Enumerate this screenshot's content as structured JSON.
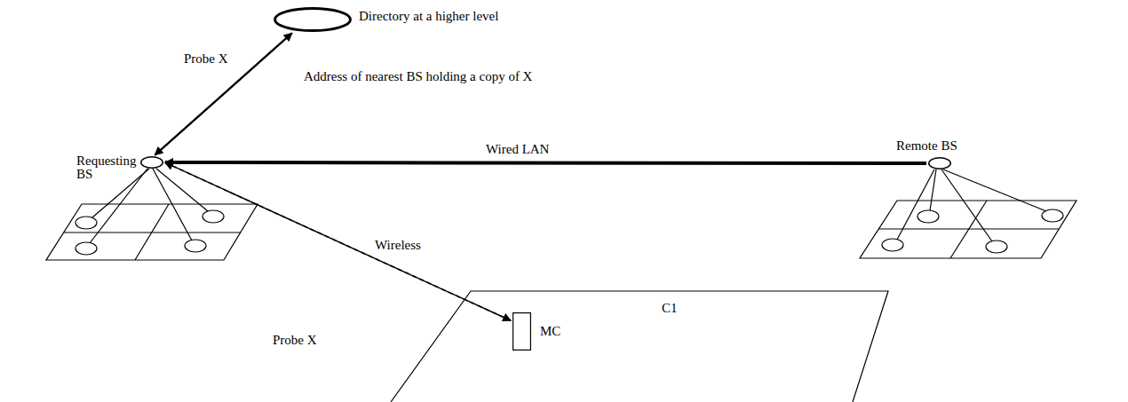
{
  "diagram": {
    "nodes": [
      {
        "text": [
          "Directory at a higher level"
        ]
      },
      {
        "text": [
          "Requesting BS"
        ]
      },
      {
        "text": [
          "Remote BS"
        ]
      },
      {
        "text": [
          "C1"
        ]
      },
      {
        "text": [
          "MC"
        ],
        "in": 3
      }
    ],
    "edges": [
      {
        "from": 1,
        "to": 0,
        "label": "Probe X",
        "arrow": "to"
      },
      {
        "from": 0,
        "to": 1,
        "label": "Address of nearest BS holding a copy of X",
        "arrow": "to"
      },
      {
        "from": 2,
        "to": 1,
        "label": "Wired LAN",
        "arrow": "to"
      },
      {
        "from": 4,
        "to": 1,
        "label": "Probe X",
        "arrow": "to"
      },
      {
        "from": 1,
        "to": 4,
        "label": "Wireless",
        "arrow": "to"
      }
    ]
  }
}
